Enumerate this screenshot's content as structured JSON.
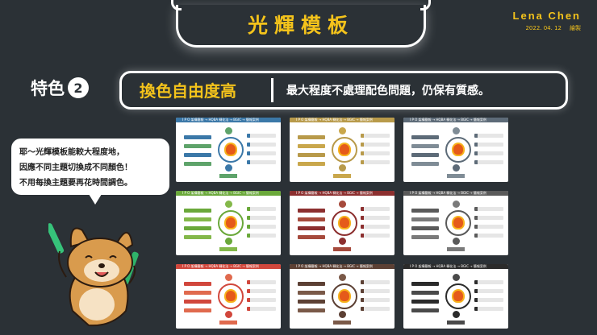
{
  "title": "光輝模板",
  "author": {
    "name": "Lena  Chen",
    "date": "2022. 04. 12",
    "role": "繪製"
  },
  "feature": {
    "label": "特色",
    "number": "2",
    "heading": "換色自由度高",
    "description": "最大程度不處理配色問題，仍保有質感。"
  },
  "bubble": {
    "line1": "耶～光輝模板能較大程度地，",
    "line2": "因應不同主題切換成不同顏色！",
    "line3": "不用每換主題要再花時間調色。"
  },
  "thumbnails": {
    "header_text": "I P O 架構簡報 → HQBA 轉化法 → BGIC → 簡報案例",
    "themes": [
      {
        "name": "green-blue",
        "accent": "#3b78a8",
        "secondary": "#5ea36a"
      },
      {
        "name": "gold",
        "accent": "#b89a4a",
        "secondary": "#c9a74c"
      },
      {
        "name": "slate",
        "accent": "#5d6b78",
        "secondary": "#7f8c96"
      },
      {
        "name": "green",
        "accent": "#6aa83a",
        "secondary": "#84b84a"
      },
      {
        "name": "maroon",
        "accent": "#8c2f2f",
        "secondary": "#a64a3c"
      },
      {
        "name": "gray",
        "accent": "#5a5a5a",
        "secondary": "#7a7a7a"
      },
      {
        "name": "red",
        "accent": "#d1473c",
        "secondary": "#e06a4e"
      },
      {
        "name": "brown",
        "accent": "#5c4034",
        "secondary": "#7a5948"
      },
      {
        "name": "dark",
        "accent": "#2b2b2b",
        "secondary": "#4a4a4a"
      }
    ]
  }
}
